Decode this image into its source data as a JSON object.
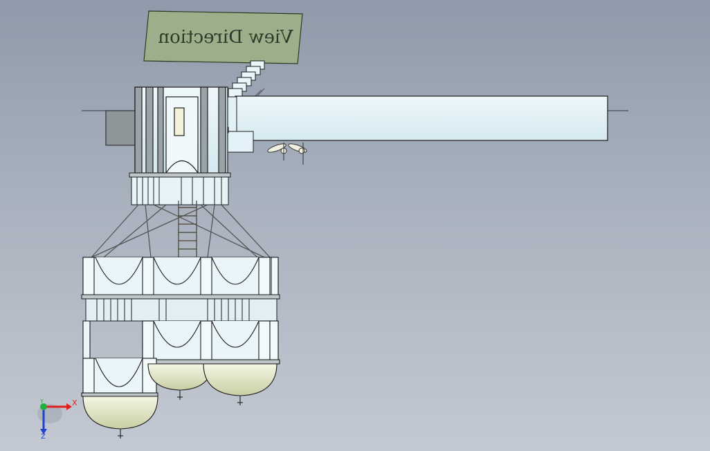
{
  "viewport": {
    "background_top": "#8f9aaa",
    "background_bottom": "#c3c9d2"
  },
  "label_panel": {
    "text": "View Direction",
    "mirrored": true,
    "panel_color": "#9bb08a",
    "text_color": "#2e3a2a"
  },
  "model": {
    "body_color": "#e2f2f8",
    "edge_color": "#1c1c1c",
    "tank_color": "#e6e9c9",
    "dark_block_color": "#8e969a"
  },
  "triad": {
    "x_label": "X",
    "y_label": "Y",
    "z_label": "Z",
    "x_color": "#e02020",
    "y_color": "#20b040",
    "z_color": "#2040d0"
  }
}
